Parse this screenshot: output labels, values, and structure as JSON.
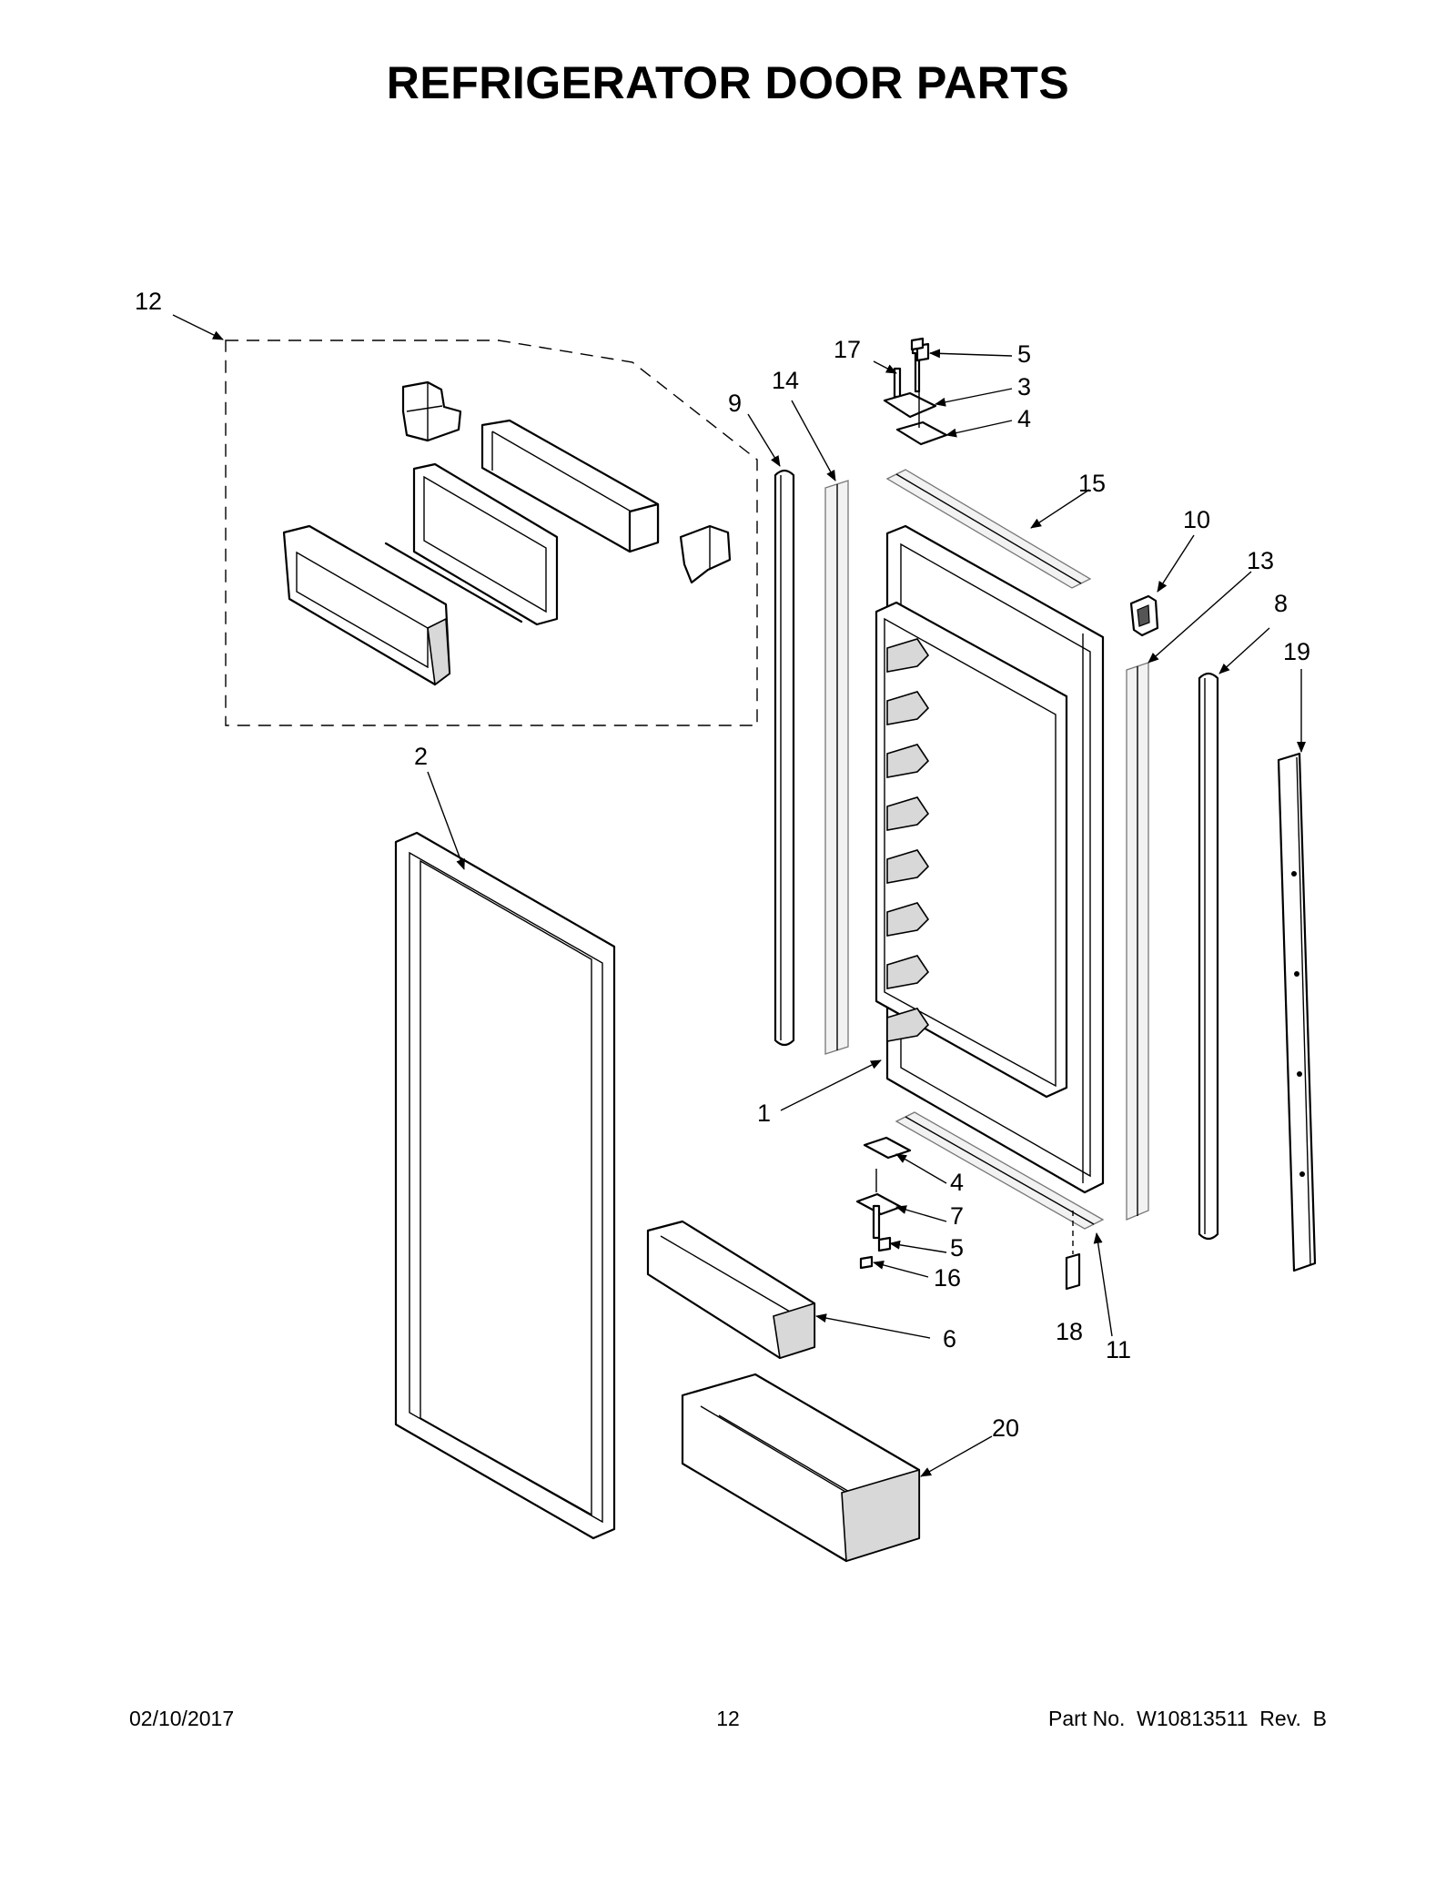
{
  "page": {
    "title": "REFRIGERATOR DOOR PARTS"
  },
  "callouts": [
    {
      "id": "c12",
      "label": "12"
    },
    {
      "id": "c9",
      "label": "9"
    },
    {
      "id": "c14",
      "label": "14"
    },
    {
      "id": "c17",
      "label": "17"
    },
    {
      "id": "c5a",
      "label": "5"
    },
    {
      "id": "c3",
      "label": "3"
    },
    {
      "id": "c4a",
      "label": "4"
    },
    {
      "id": "c15",
      "label": "15"
    },
    {
      "id": "c10",
      "label": "10"
    },
    {
      "id": "c13",
      "label": "13"
    },
    {
      "id": "c8",
      "label": "8"
    },
    {
      "id": "c19",
      "label": "19"
    },
    {
      "id": "c2",
      "label": "2"
    },
    {
      "id": "c1",
      "label": "1"
    },
    {
      "id": "c4b",
      "label": "4"
    },
    {
      "id": "c7",
      "label": "7"
    },
    {
      "id": "c5b",
      "label": "5"
    },
    {
      "id": "c16",
      "label": "16"
    },
    {
      "id": "c6",
      "label": "6"
    },
    {
      "id": "c18",
      "label": "18"
    },
    {
      "id": "c11",
      "label": "11"
    },
    {
      "id": "c20",
      "label": "20"
    }
  ],
  "footer": {
    "date": "02/10/2017",
    "page_number": "12",
    "part_number": "Part No.  W10813511  Rev.  B"
  }
}
